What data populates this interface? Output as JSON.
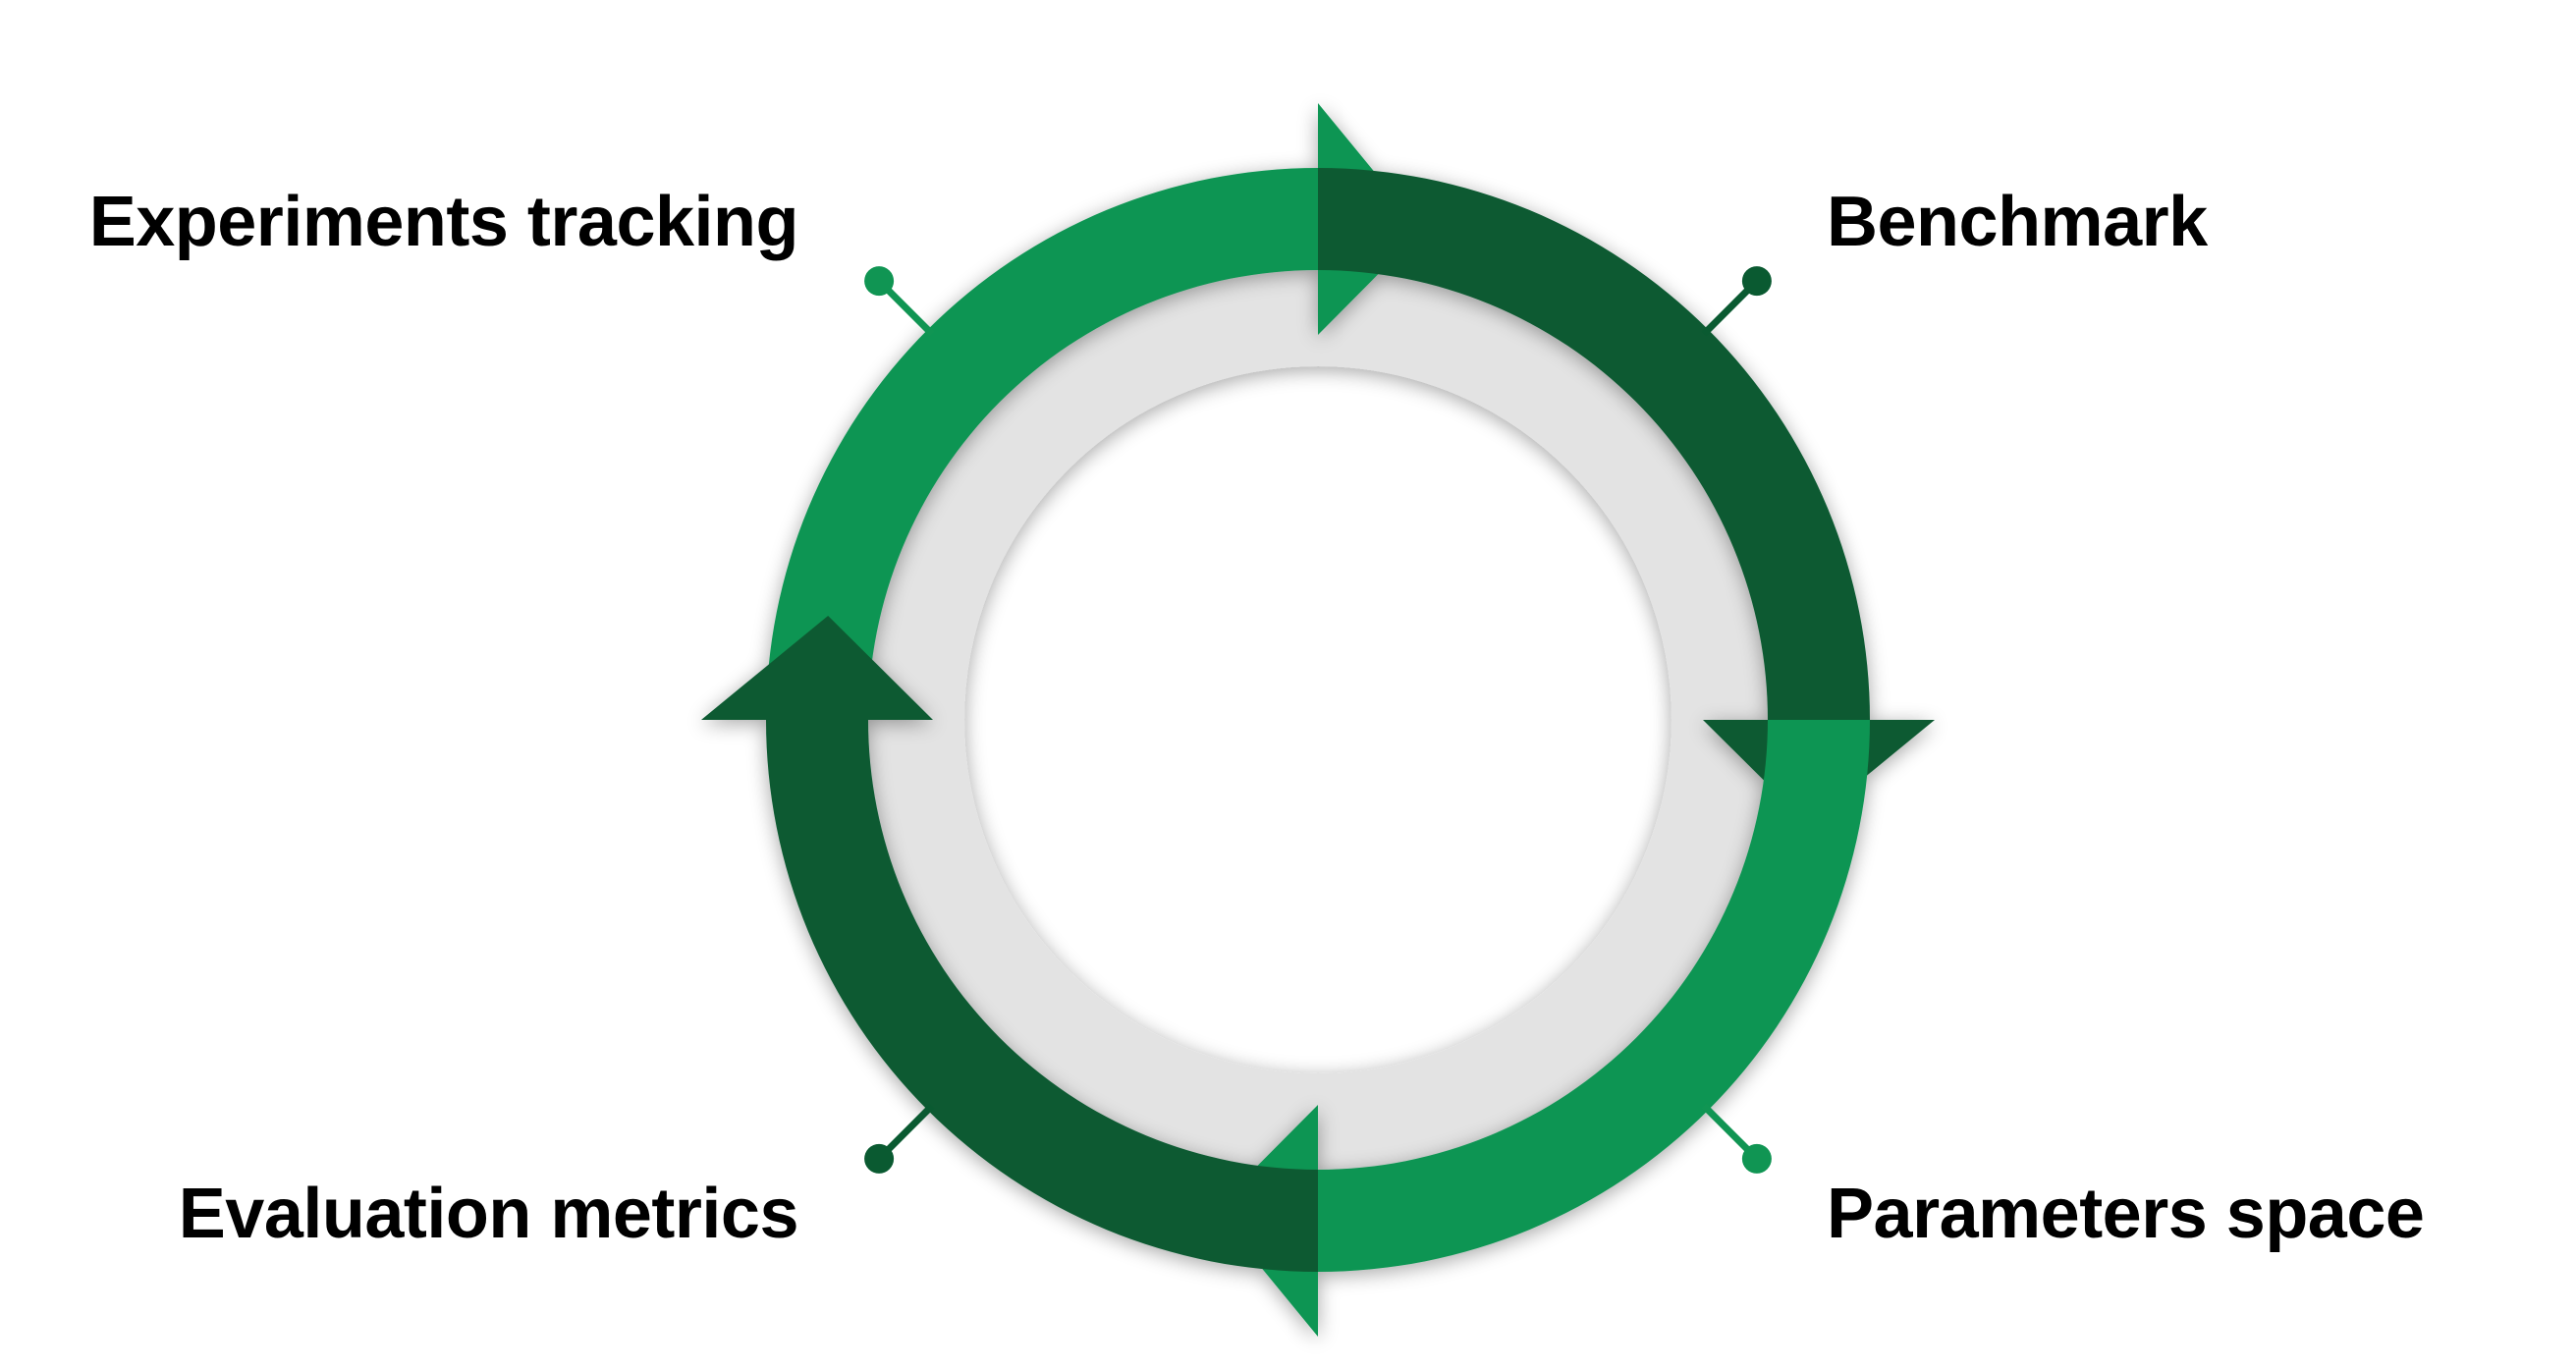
{
  "diagram": {
    "type": "cycle",
    "direction": "clockwise",
    "stages": [
      {
        "label": "Experiments tracking",
        "position": "top-left"
      },
      {
        "label": "Benchmark",
        "position": "top-right"
      },
      {
        "label": "Parameters space",
        "position": "bottom-right"
      },
      {
        "label": "Evaluation metrics",
        "position": "bottom-left"
      }
    ]
  },
  "colors": {
    "light_green": "#109553",
    "dark_green": "#0a5a31",
    "ring_gray": "#e3e3e3",
    "text": "#000000"
  }
}
